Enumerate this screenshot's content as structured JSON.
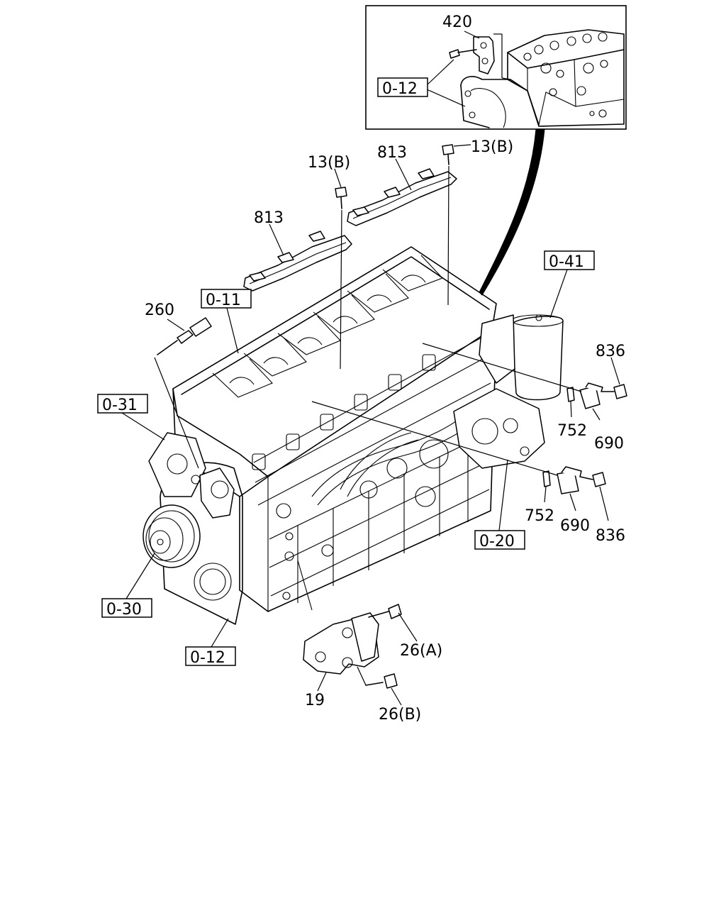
{
  "labels": {
    "inset_part_420": "420",
    "inset_ref_0_12": "0-12",
    "bolt_13b_left": "13(B)",
    "bolt_13b_right": "13(B)",
    "gasket_813_left": "813",
    "gasket_813_right": "813",
    "ref_0_41": "0-41",
    "ref_0_11": "0-11",
    "sensor_260": "260",
    "ref_0_31": "0-31",
    "bolt_836_upper": "836",
    "oring_752_upper": "752",
    "sensor_690_upper": "690",
    "oring_752_lower": "752",
    "sensor_690_lower": "690",
    "bolt_836_lower": "836",
    "ref_0_20": "0-20",
    "ref_0_30": "0-30",
    "ref_0_12": "0-12",
    "bolt_26a": "26(A)",
    "bracket_19": "19",
    "bolt_26b": "26(B)"
  }
}
